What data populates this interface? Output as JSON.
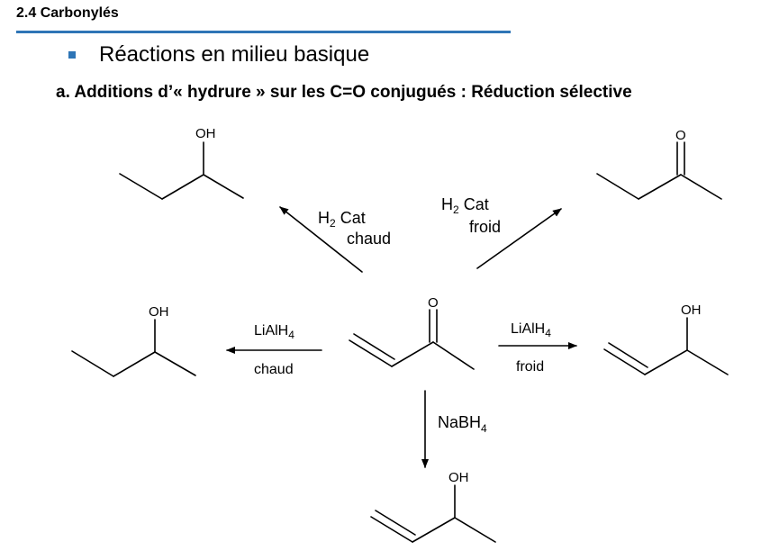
{
  "header": {
    "section_title": "2.4 Carbonylés"
  },
  "bullet": {
    "text": "Réactions en milieu basique"
  },
  "subtitle": "a. Additions d’« hydrure » sur les C=O conjugués : Réduction sélective",
  "atoms": {
    "oh": "OH",
    "o": "O"
  },
  "reactions": {
    "up_left": {
      "reagent": "H",
      "reagent_sub": "2",
      "reagent_rest": " Cat",
      "condition": "chaud"
    },
    "up_right": {
      "reagent": "H",
      "reagent_sub": "2",
      "reagent_rest": " Cat",
      "condition": "froid"
    },
    "left": {
      "reagent": "LiAlH",
      "reagent_sub": "4",
      "condition": "chaud"
    },
    "right": {
      "reagent": "LiAlH",
      "reagent_sub": "4",
      "condition": "froid"
    },
    "down": {
      "reagent": "NaBH",
      "reagent_sub": "4"
    }
  },
  "colors": {
    "accent": "#2e75b6",
    "ink": "#000000"
  }
}
